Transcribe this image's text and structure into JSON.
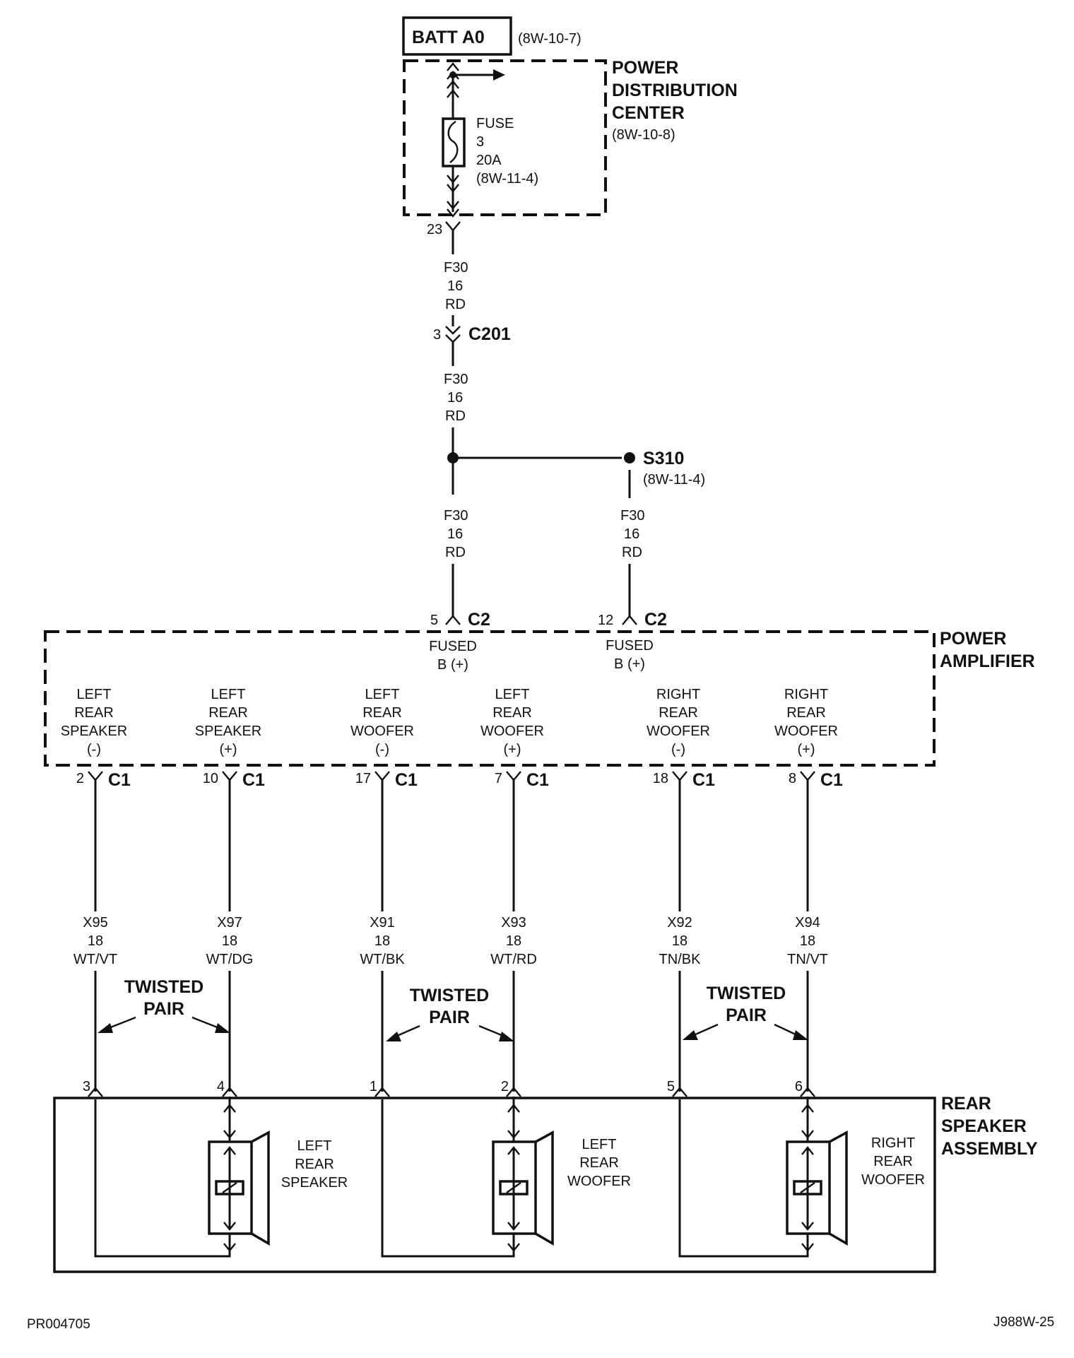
{
  "top": {
    "batt_label": "BATT A0",
    "batt_ref": "(8W-10-7)",
    "pdc_title": [
      "POWER",
      "DISTRIBUTION",
      "CENTER"
    ],
    "pdc_ref": "(8W-10-8)",
    "fuse": [
      "FUSE",
      "3",
      "20A",
      "(8W-11-4)"
    ],
    "pin_23": "23"
  },
  "feed": {
    "wire_upper": [
      "F30",
      "16",
      "RD"
    ],
    "c201_pin": "3",
    "c201_label": "C201",
    "wire_mid": [
      "F30",
      "16",
      "RD"
    ],
    "splice_label": "S310",
    "splice_ref": "(8W-11-4)",
    "wire_left": [
      "F30",
      "16",
      "RD"
    ],
    "wire_right": [
      "F30",
      "16",
      "RD"
    ]
  },
  "amplifier": {
    "title": [
      "POWER",
      "AMPLIFIER"
    ],
    "c2_label": "C2",
    "c1_label": "C1",
    "fused_inputs": [
      {
        "pin": "5",
        "lines": [
          "FUSED",
          "B (+)"
        ]
      },
      {
        "pin": "12",
        "lines": [
          "FUSED",
          "B (+)"
        ]
      }
    ],
    "outputs": [
      {
        "lines": [
          "LEFT",
          "REAR",
          "SPEAKER",
          "(-)"
        ],
        "pin": "2",
        "wire": [
          "X95",
          "18",
          "WT/VT"
        ],
        "rear_pin": "3"
      },
      {
        "lines": [
          "LEFT",
          "REAR",
          "SPEAKER",
          "(+)"
        ],
        "pin": "10",
        "wire": [
          "X97",
          "18",
          "WT/DG"
        ],
        "rear_pin": "4"
      },
      {
        "lines": [
          "LEFT",
          "REAR",
          "WOOFER",
          "(-)"
        ],
        "pin": "17",
        "wire": [
          "X91",
          "18",
          "WT/BK"
        ],
        "rear_pin": "1"
      },
      {
        "lines": [
          "LEFT",
          "REAR",
          "WOOFER",
          "(+)"
        ],
        "pin": "7",
        "wire": [
          "X93",
          "18",
          "WT/RD"
        ],
        "rear_pin": "2"
      },
      {
        "lines": [
          "RIGHT",
          "REAR",
          "WOOFER",
          "(-)"
        ],
        "pin": "18",
        "wire": [
          "X92",
          "18",
          "TN/BK"
        ],
        "rear_pin": "5"
      },
      {
        "lines": [
          "RIGHT",
          "REAR",
          "WOOFER",
          "(+)"
        ],
        "pin": "8",
        "wire": [
          "X94",
          "18",
          "TN/VT"
        ],
        "rear_pin": "6"
      }
    ]
  },
  "twisted_pair": [
    "TWISTED",
    "PAIR"
  ],
  "rear_assembly": {
    "title": [
      "REAR",
      "SPEAKER",
      "ASSEMBLY"
    ],
    "speakers": [
      {
        "lines": [
          "LEFT",
          "REAR",
          "SPEAKER"
        ]
      },
      {
        "lines": [
          "LEFT",
          "REAR",
          "WOOFER"
        ]
      },
      {
        "lines": [
          "RIGHT",
          "REAR",
          "WOOFER"
        ]
      }
    ]
  },
  "footer": {
    "left_code": "PR004705",
    "right_code": "J988W-25"
  }
}
